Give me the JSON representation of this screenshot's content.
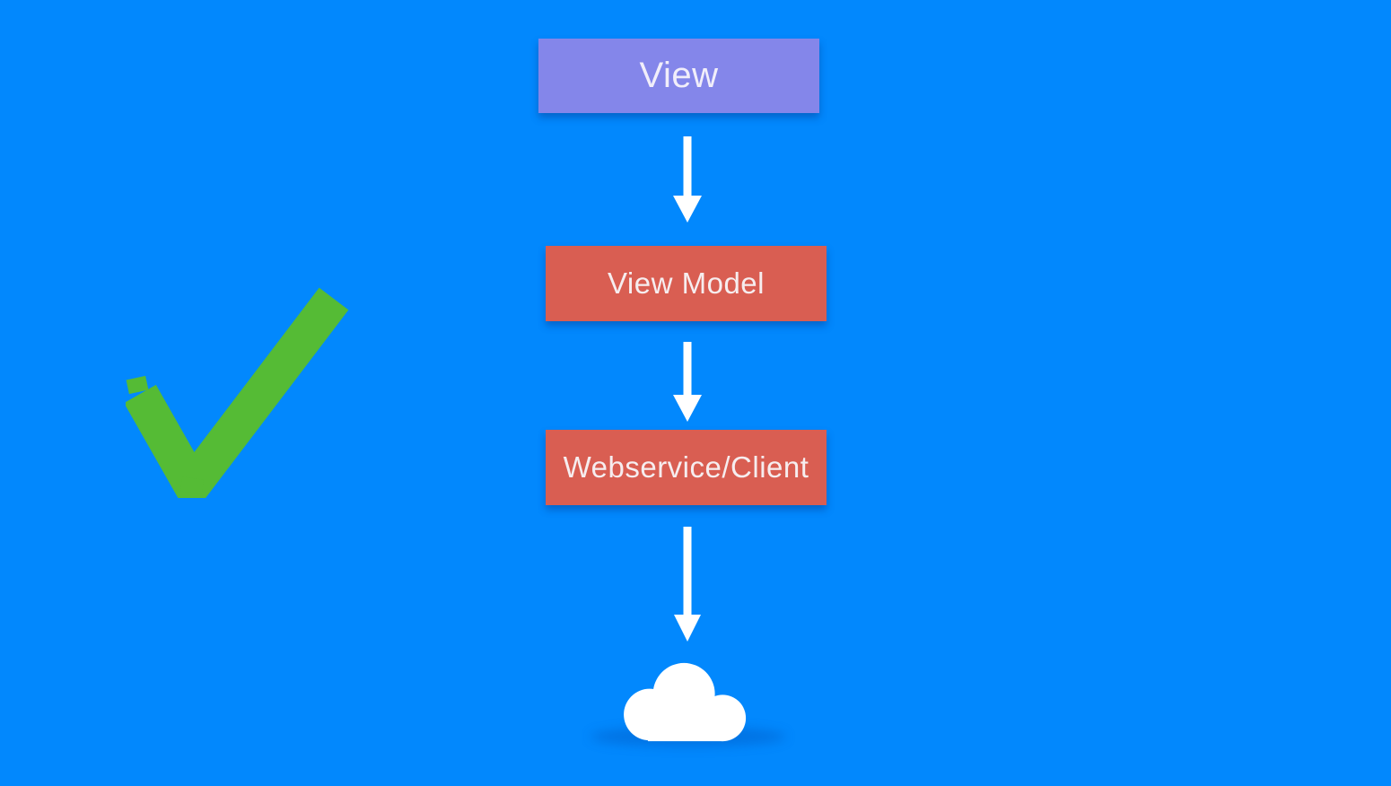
{
  "canvas": {
    "background_color": "#0288fd"
  },
  "annotation": {
    "icon": "check-icon",
    "color": "#55bb35"
  },
  "flow": {
    "nodes": [
      {
        "id": "view",
        "label": "View",
        "color": "#8486ea",
        "text_color": "#f1eefa"
      },
      {
        "id": "view-model",
        "label": "View Model",
        "color": "#d95e52",
        "text_color": "#f6edef"
      },
      {
        "id": "webservice-client",
        "label": "Webservice/Client",
        "color": "#d95e52",
        "text_color": "#f6edef"
      }
    ],
    "connector": {
      "icon": "arrow-down-icon",
      "color": "#ffffff"
    },
    "endpoint": {
      "icon": "cloud-icon",
      "color": "#ffffff"
    }
  }
}
